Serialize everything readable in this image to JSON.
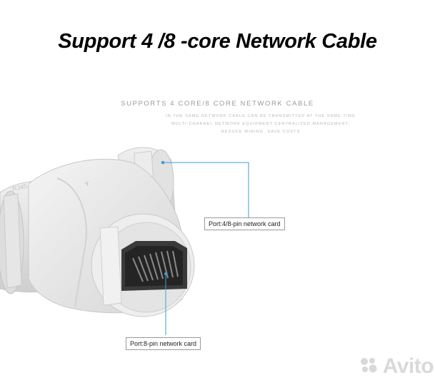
{
  "headline": "Support 4 /8 -core Network Cable",
  "subheading": {
    "title": "SUPPORTS 4 CORE/8 CORE NETWORK CABLE",
    "description": "IN THE SAME NETWORK CABLE CAN BE TRANSMITTED AT THE SAME TIME MULTI-CHANNEL NETWORK EQUIPMENT CENTRALIZED MANAGEMENT, REDUCE WIRING, SAVE COSTS"
  },
  "callouts": {
    "top_port": "Port:4/8-pin network card",
    "bottom_port": "Port:8-pin network card"
  },
  "watermark": "Avito",
  "colors": {
    "leader_line": "#3a9fd8",
    "product_body": "#e9e9e9",
    "port_dark": "#2a2a2a"
  }
}
